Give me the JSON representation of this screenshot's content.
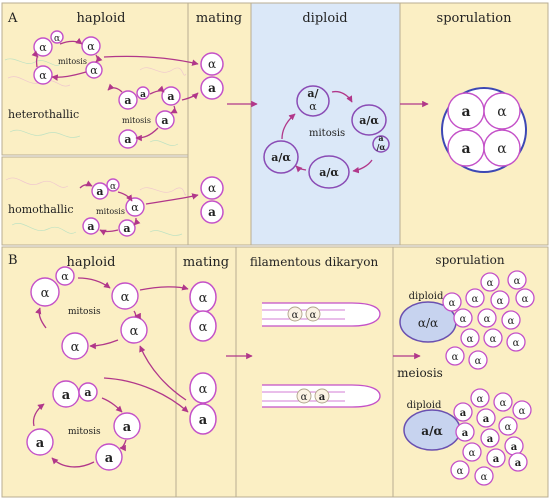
{
  "panel_a": {
    "letter": "A",
    "haploid_title": "haploid",
    "mating_title": "mating",
    "diploid_title": "diploid",
    "sporulation_title": "sporulation",
    "heterothallic_label": "heterothallic",
    "homothallic_label": "homothallic",
    "mitosis": "mitosis",
    "alpha": "α",
    "a": "a",
    "a_alpha": "a/α",
    "a_slash": "a/",
    "slash_alpha": "/α"
  },
  "panel_b": {
    "letter": "B",
    "haploid_title": "haploid",
    "mating_title": "mating",
    "dikaryon_title": "filamentous dikaryon",
    "sporulation_title": "sporulation",
    "diploid_label": "diploid",
    "meiosis_label": "meiosis",
    "mitosis": "mitosis",
    "alpha": "α",
    "a": "a",
    "alpha_alpha": "α/α",
    "a_alpha": "a/α"
  },
  "colors": {
    "panel_fill": "#fbefc4",
    "diploid_fill": "#dbe8f8",
    "cell_stroke": "#c451c8",
    "arrow": "#b1378a",
    "sporulation_ring": "#3d48b4",
    "big_cell_fill": "#c7d3ef",
    "big_cell_stroke": "#6a50b0"
  }
}
